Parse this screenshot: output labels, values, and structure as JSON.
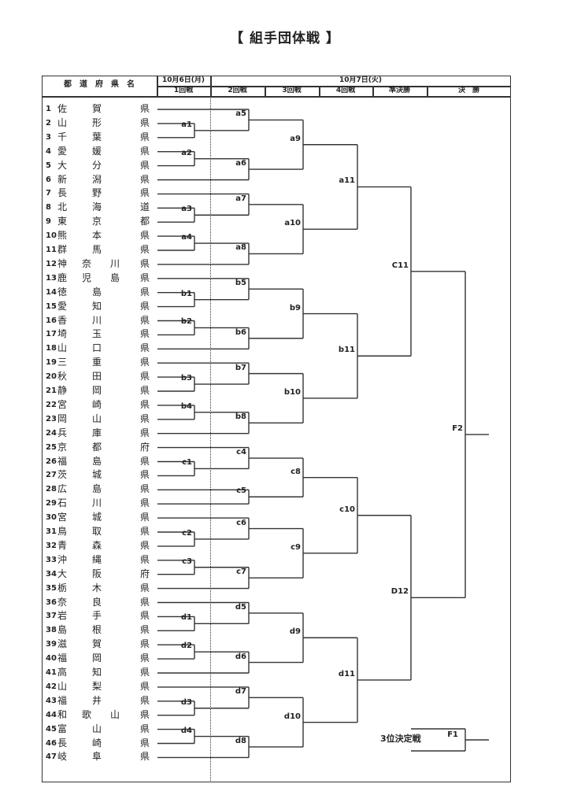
{
  "title": "【 組手団体戦 】",
  "header": {
    "prefecture_col": "都　道　府　県　名",
    "date1": "10月6日(月)",
    "date2": "10月7日(火)",
    "rounds": [
      "1回戦",
      "2回戦",
      "3回戦",
      "4回戦",
      "準決勝",
      "決　勝"
    ]
  },
  "teams": [
    {
      "no": "1",
      "name": [
        "佐",
        "賀",
        "県"
      ]
    },
    {
      "no": "2",
      "name": [
        "山",
        "形",
        "県"
      ]
    },
    {
      "no": "3",
      "name": [
        "千",
        "葉",
        "県"
      ]
    },
    {
      "no": "4",
      "name": [
        "愛",
        "媛",
        "県"
      ]
    },
    {
      "no": "5",
      "name": [
        "大",
        "分",
        "県"
      ]
    },
    {
      "no": "6",
      "name": [
        "新",
        "潟",
        "県"
      ]
    },
    {
      "no": "7",
      "name": [
        "長",
        "野",
        "県"
      ]
    },
    {
      "no": "8",
      "name": [
        "北",
        "海",
        "道"
      ]
    },
    {
      "no": "9",
      "name": [
        "東",
        "京",
        "都"
      ]
    },
    {
      "no": "10",
      "name": [
        "熊",
        "本",
        "県"
      ]
    },
    {
      "no": "11",
      "name": [
        "群",
        "馬",
        "県"
      ]
    },
    {
      "no": "12",
      "name": [
        "神",
        "奈　　川",
        "県"
      ]
    },
    {
      "no": "13",
      "name": [
        "鹿",
        "児　　島",
        "県"
      ]
    },
    {
      "no": "14",
      "name": [
        "徳",
        "島",
        "県"
      ]
    },
    {
      "no": "15",
      "name": [
        "愛",
        "知",
        "県"
      ]
    },
    {
      "no": "16",
      "name": [
        "香",
        "川",
        "県"
      ]
    },
    {
      "no": "17",
      "name": [
        "埼",
        "玉",
        "県"
      ]
    },
    {
      "no": "18",
      "name": [
        "山",
        "口",
        "県"
      ]
    },
    {
      "no": "19",
      "name": [
        "三",
        "重",
        "県"
      ]
    },
    {
      "no": "20",
      "name": [
        "秋",
        "田",
        "県"
      ]
    },
    {
      "no": "21",
      "name": [
        "静",
        "岡",
        "県"
      ]
    },
    {
      "no": "22",
      "name": [
        "宮",
        "崎",
        "県"
      ]
    },
    {
      "no": "23",
      "name": [
        "岡",
        "山",
        "県"
      ]
    },
    {
      "no": "24",
      "name": [
        "兵",
        "庫",
        "県"
      ]
    },
    {
      "no": "25",
      "name": [
        "京",
        "都",
        "府"
      ]
    },
    {
      "no": "26",
      "name": [
        "福",
        "島",
        "県"
      ]
    },
    {
      "no": "27",
      "name": [
        "茨",
        "城",
        "県"
      ]
    },
    {
      "no": "28",
      "name": [
        "広",
        "島",
        "県"
      ]
    },
    {
      "no": "29",
      "name": [
        "石",
        "川",
        "県"
      ]
    },
    {
      "no": "30",
      "name": [
        "宮",
        "城",
        "県"
      ]
    },
    {
      "no": "31",
      "name": [
        "鳥",
        "取",
        "県"
      ]
    },
    {
      "no": "32",
      "name": [
        "青",
        "森",
        "県"
      ]
    },
    {
      "no": "33",
      "name": [
        "沖",
        "縄",
        "県"
      ]
    },
    {
      "no": "34",
      "name": [
        "大",
        "阪",
        "府"
      ]
    },
    {
      "no": "35",
      "name": [
        "栃",
        "木",
        "県"
      ]
    },
    {
      "no": "36",
      "name": [
        "奈",
        "良",
        "県"
      ]
    },
    {
      "no": "37",
      "name": [
        "岩",
        "手",
        "県"
      ]
    },
    {
      "no": "38",
      "name": [
        "島",
        "根",
        "県"
      ]
    },
    {
      "no": "39",
      "name": [
        "滋",
        "賀",
        "県"
      ]
    },
    {
      "no": "40",
      "name": [
        "福",
        "岡",
        "県"
      ]
    },
    {
      "no": "41",
      "name": [
        "高",
        "知",
        "県"
      ]
    },
    {
      "no": "42",
      "name": [
        "山",
        "梨",
        "県"
      ]
    },
    {
      "no": "43",
      "name": [
        "福",
        "井",
        "県"
      ]
    },
    {
      "no": "44",
      "name": [
        "和",
        "歌　　山",
        "県"
      ]
    },
    {
      "no": "45",
      "name": [
        "富",
        "山",
        "県"
      ]
    },
    {
      "no": "46",
      "name": [
        "長",
        "崎",
        "県"
      ]
    },
    {
      "no": "47",
      "name": [
        "岐",
        "阜",
        "県"
      ]
    }
  ],
  "matches": {
    "r1": [
      {
        "id": "a1",
        "a": 2,
        "b": 3
      },
      {
        "id": "a2",
        "a": 4,
        "b": 5
      },
      {
        "id": "a3",
        "a": 8,
        "b": 9
      },
      {
        "id": "a4",
        "a": 10,
        "b": 11
      },
      {
        "id": "b1",
        "a": 14,
        "b": 15
      },
      {
        "id": "b2",
        "a": 16,
        "b": 17
      },
      {
        "id": "b3",
        "a": 20,
        "b": 21
      },
      {
        "id": "b4",
        "a": 22,
        "b": 23
      },
      {
        "id": "c1",
        "a": 26,
        "b": 27
      },
      {
        "id": "c2",
        "a": 31,
        "b": 32
      },
      {
        "id": "c3",
        "a": 33,
        "b": 34
      },
      {
        "id": "d1",
        "a": 37,
        "b": 38
      },
      {
        "id": "d2",
        "a": 39,
        "b": 40
      },
      {
        "id": "d3",
        "a": 43,
        "b": 44
      },
      {
        "id": "d4",
        "a": 45,
        "b": 46
      }
    ],
    "r2": [
      {
        "id": "a5",
        "a": "t1",
        "b": "a1"
      },
      {
        "id": "a6",
        "a": "a2",
        "b": "t6"
      },
      {
        "id": "a7",
        "a": "t7",
        "b": "a3"
      },
      {
        "id": "a8",
        "a": "a4",
        "b": "t12"
      },
      {
        "id": "b5",
        "a": "t13",
        "b": "b1"
      },
      {
        "id": "b6",
        "a": "b2",
        "b": "t18"
      },
      {
        "id": "b7",
        "a": "t19",
        "b": "b3"
      },
      {
        "id": "b8",
        "a": "b4",
        "b": "t24"
      },
      {
        "id": "c4",
        "a": "t25",
        "b": "c1"
      },
      {
        "id": "c5",
        "a": "t28",
        "b": "t29"
      },
      {
        "id": "c6",
        "a": "t30",
        "b": "c2"
      },
      {
        "id": "c7",
        "a": "c3",
        "b": "t35"
      },
      {
        "id": "d5",
        "a": "t36",
        "b": "d1"
      },
      {
        "id": "d6",
        "a": "d2",
        "b": "t41"
      },
      {
        "id": "d7",
        "a": "t42",
        "b": "d3"
      },
      {
        "id": "d8",
        "a": "d4",
        "b": "t47"
      }
    ],
    "r3": [
      {
        "id": "a9",
        "a": "a5",
        "b": "a6"
      },
      {
        "id": "a10",
        "a": "a7",
        "b": "a8"
      },
      {
        "id": "b9",
        "a": "b5",
        "b": "b6"
      },
      {
        "id": "b10",
        "a": "b7",
        "b": "b8"
      },
      {
        "id": "c8",
        "a": "c4",
        "b": "c5"
      },
      {
        "id": "c9",
        "a": "c6",
        "b": "c7"
      },
      {
        "id": "d9",
        "a": "d5",
        "b": "d6"
      },
      {
        "id": "d10",
        "a": "d7",
        "b": "d8"
      }
    ],
    "r4": [
      {
        "id": "a11",
        "a": "a9",
        "b": "a10"
      },
      {
        "id": "b11",
        "a": "b9",
        "b": "b10"
      },
      {
        "id": "c10",
        "a": "c8",
        "b": "c9"
      },
      {
        "id": "d11",
        "a": "d9",
        "b": "d10"
      }
    ],
    "semi": [
      {
        "id": "C11",
        "a": "a11",
        "b": "b11"
      },
      {
        "id": "D12",
        "a": "c10",
        "b": "d11"
      }
    ],
    "final": {
      "id": "F2",
      "a": "C11",
      "b": "D12"
    },
    "third_place": {
      "label": "3位決定戦",
      "id": "F1"
    }
  }
}
